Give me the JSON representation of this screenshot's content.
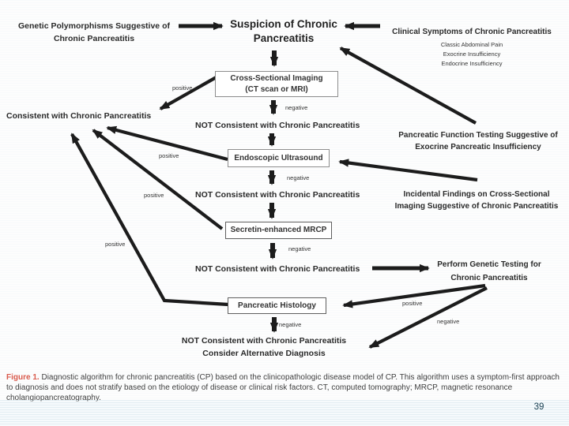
{
  "page": {
    "number": "39"
  },
  "colors": {
    "arrow": "#1c1c1c",
    "caption_label": "#d95a4c",
    "page_number": "#1b4254",
    "box_border": "#8d8d8d"
  },
  "flowchart": {
    "genetic_polymorphisms": {
      "line1": "Genetic Polymorphisms Suggestive of",
      "line2": "Chronic Pancreatitis"
    },
    "suspicion": {
      "line1": "Suspicion of Chronic",
      "line2": "Pancreatitis"
    },
    "clinical_symptoms": {
      "heading": "Clinical Symptoms of Chronic Pancreatitis",
      "symptoms": [
        "Classic Abdominal Pain",
        "Exocrine Insufficiency",
        "Endocrine Insufficiency"
      ]
    },
    "boxes": {
      "cross_sectional_imaging": {
        "line1": "Cross-Sectional Imaging",
        "line2": "(CT scan or MRI)"
      },
      "endoscopic_ultrasound": "Endoscopic Ultrasound",
      "secretin_mrcp": "Secretin-enhanced MRCP",
      "pancreatic_histology": "Pancreatic Histology"
    },
    "consistent": "Consistent with Chronic Pancreatitis",
    "not_consistent": "NOT Consistent with Chronic Pancreatitis",
    "consider_alternative": "Consider Alternative Diagnosis",
    "pancreatic_function_testing": {
      "line1": "Pancreatic Function Testing Suggestive of",
      "line2": "Exocrine Pancreatic Insufficiency"
    },
    "incidental_findings": {
      "line1": "Incidental Findings on Cross-Sectional",
      "line2": "Imaging Suggestive of Chronic Pancreatitis"
    },
    "genetic_testing": {
      "line1": "Perform Genetic Testing for",
      "line2": "Chronic Pancreatitis"
    },
    "edge_labels": {
      "positive": "positive",
      "negative": "negative"
    }
  },
  "caption": {
    "label": "Figure 1.",
    "text": " Diagnostic algorithm for chronic pancreatitis (CP) based on the clinicopathologic disease model of CP. This algorithm uses a symptom-first approach to diagnosis and does not stratify based on the etiology of disease or clinical risk factors. CT, computed tomography; MRCP, magnetic resonance cholangiopancreatography."
  }
}
